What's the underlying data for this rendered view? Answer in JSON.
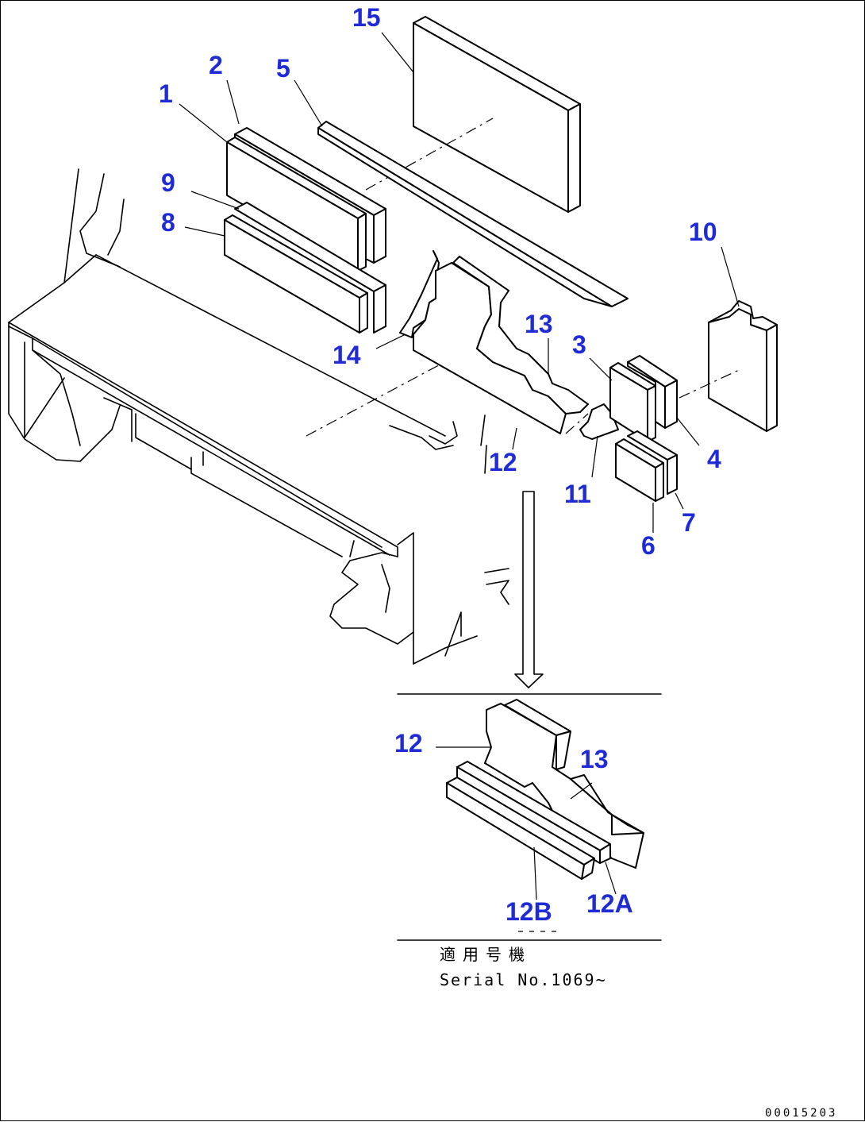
{
  "diagram": {
    "callouts": [
      {
        "id": "1",
        "label": "1"
      },
      {
        "id": "2",
        "label": "2"
      },
      {
        "id": "3",
        "label": "3"
      },
      {
        "id": "4",
        "label": "4"
      },
      {
        "id": "5",
        "label": "5"
      },
      {
        "id": "6",
        "label": "6"
      },
      {
        "id": "7",
        "label": "7"
      },
      {
        "id": "8",
        "label": "8"
      },
      {
        "id": "9",
        "label": "9"
      },
      {
        "id": "10",
        "label": "10"
      },
      {
        "id": "11",
        "label": "11"
      },
      {
        "id": "12",
        "label": "12"
      },
      {
        "id": "13",
        "label": "13"
      },
      {
        "id": "14",
        "label": "14"
      },
      {
        "id": "15",
        "label": "15"
      },
      {
        "id": "12-detail",
        "label": "12"
      },
      {
        "id": "13-detail",
        "label": "13"
      },
      {
        "id": "12A",
        "label": "12A"
      },
      {
        "id": "12B",
        "label": "12B"
      }
    ],
    "serial_note": {
      "line1": "適用号機",
      "line2": "Serial No.1069~"
    },
    "doc_id": "00015203",
    "callout_color": "#1f2bd6"
  }
}
